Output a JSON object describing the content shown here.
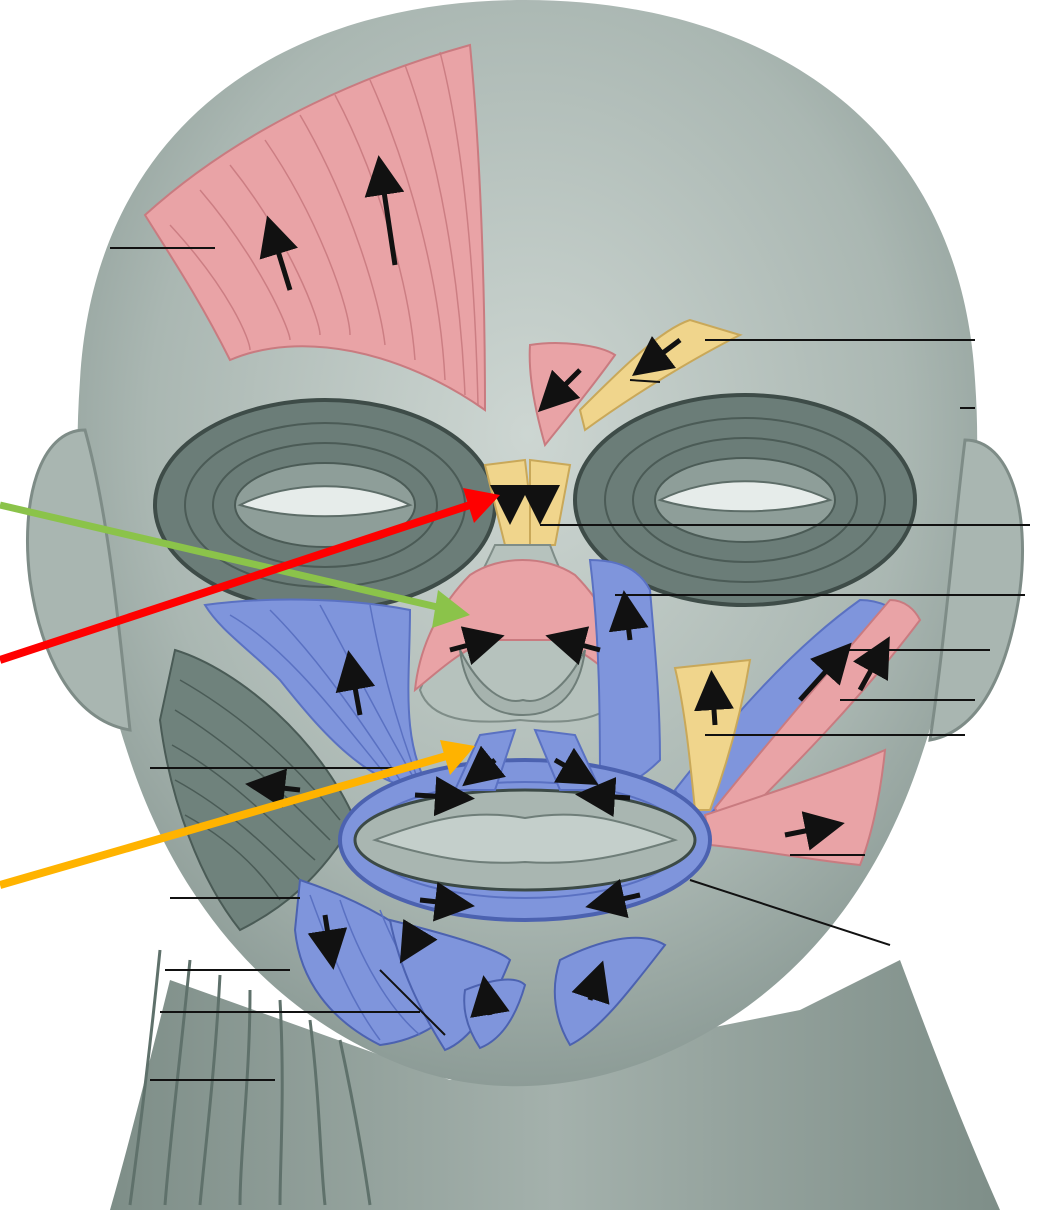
{
  "figure": {
    "subject": "facial-muscles-of-expression",
    "palette": {
      "background": "#ffffff",
      "skin": "#b9c4c0",
      "skin_shadow": "#8c9a95",
      "dark_muscle": "#6b7d78",
      "red_muscle": "#e9a3a6",
      "red_muscle_line": "#c97b80",
      "blue_muscle": "#7f95dc",
      "blue_muscle_line": "#5a71c2",
      "yellow_muscle": "#f0d58c",
      "yellow_muscle_line": "#c9a859",
      "leader_line": "#111111"
    },
    "pointer_arrows": [
      {
        "id": "green",
        "color": "#8bc34a"
      },
      {
        "id": "red",
        "color": "#ff0000"
      },
      {
        "id": "orange",
        "color": "#ffb300"
      }
    ]
  }
}
